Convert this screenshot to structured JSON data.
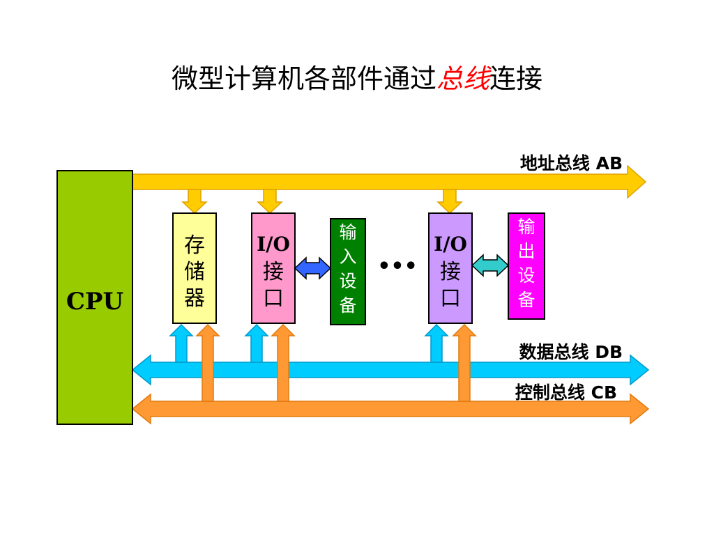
{
  "title": {
    "prefix": "微型计算机各部件通过",
    "highlight": "总线",
    "suffix": "连接"
  },
  "cpu": {
    "label": "CPU"
  },
  "memory": {
    "label": [
      "存",
      "储",
      "器"
    ]
  },
  "io_interface_1": {
    "label": [
      "I/O",
      "接",
      "口"
    ]
  },
  "input_device": {
    "label": [
      "输",
      "入",
      "设",
      "备"
    ]
  },
  "ellipsis": "•••",
  "io_interface_2": {
    "label": [
      "I/O",
      "接",
      "口"
    ]
  },
  "output_device": {
    "label": [
      "输",
      "出",
      "设",
      "备"
    ]
  },
  "buses": {
    "address": "地址总线 AB",
    "data": "数据总线 DB",
    "control": "控制总线 CB"
  },
  "colors": {
    "cpu": "#99cc00",
    "memory": "#ffff99",
    "io_interface": "#ff99cc",
    "io_interface_2": "#cc99ff",
    "input_device": "#008000",
    "output_device": "#ff00ff",
    "address_bus": "#ffcc00",
    "data_bus": "#00ccff",
    "control_bus": "#ff9933",
    "link_blue": "#3366ff",
    "link_teal": "#33cccc",
    "highlight": "#ff0000"
  }
}
